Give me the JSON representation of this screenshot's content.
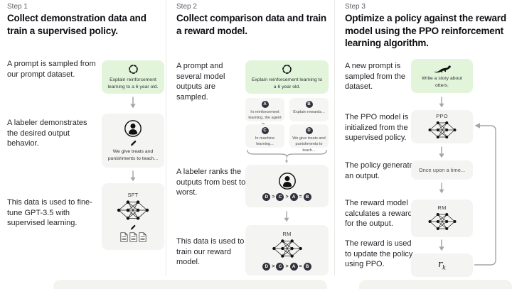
{
  "colors": {
    "background": "#ffffff",
    "green_card": "#e2f5da",
    "gray_card": "#f4f4f2",
    "chip": "#33333d",
    "text": "#202123",
    "muted_label": "#5b5b66",
    "arrow": "#a5a5a5"
  },
  "icons": {
    "sampling-icon": "dashed-circle-loop",
    "labeler-icon": "person-in-circle",
    "write-icon": "pencil",
    "model-icon": "neural-network-1-3-3-1",
    "documents-icon": "three-stacked-pages",
    "otter-icon": "otter-silhouette",
    "arrow-down-icon": "down-arrow",
    "brace-icon": "horizontal-curly-brace",
    "feedback-loop-icon": "rounded-loop-arrow"
  },
  "steps": [
    {
      "label": "Step 1",
      "title": "Collect demonstration data and train a supervised policy.",
      "annotations": [
        "A prompt is sampled from our prompt dataset.",
        "A labeler demonstrates the desired output behavior.",
        "This data is used to fine-tune GPT-3.5 with supervised learning."
      ],
      "prompt_text": "Explain reinforcement learning to a 6 year old.",
      "demonstration_text": "We give treats and punishments to teach...",
      "model_label": "SFT"
    },
    {
      "label": "Step 2",
      "title": "Collect comparison data and train a reward model.",
      "annotations": [
        "A prompt and several model outputs are sampled.",
        "A labeler ranks the outputs from best to worst.",
        "This data is used to train our reward model."
      ],
      "prompt_text": "Explain reinforcement learning to a 6 year old.",
      "outputs": [
        {
          "id": "A",
          "text": "In reinforcement learning, the agent is..."
        },
        {
          "id": "B",
          "text": "Explain rewards..."
        },
        {
          "id": "C",
          "text": "In machine learning..."
        },
        {
          "id": "D",
          "text": "We give treats and punishments to teach..."
        }
      ],
      "ranking": [
        "D",
        ">",
        "C",
        ">",
        "A",
        "=",
        "B"
      ],
      "model_label": "RM"
    },
    {
      "label": "Step 3",
      "title": "Optimize a policy against the reward model using the PPO reinforcement learning algorithm.",
      "annotations": [
        "A new prompt is sampled from the dataset.",
        "The PPO model is initialized from the supervised policy.",
        "The policy generates an output.",
        "The reward model calculates a reward for the output.",
        "The reward is used to update the policy using PPO."
      ],
      "prompt_text": "Write a story about otters.",
      "ppo_label": "PPO",
      "output_text": "Once upon a time...",
      "rm_label": "RM",
      "reward_label": "r",
      "reward_sub": "k"
    }
  ]
}
